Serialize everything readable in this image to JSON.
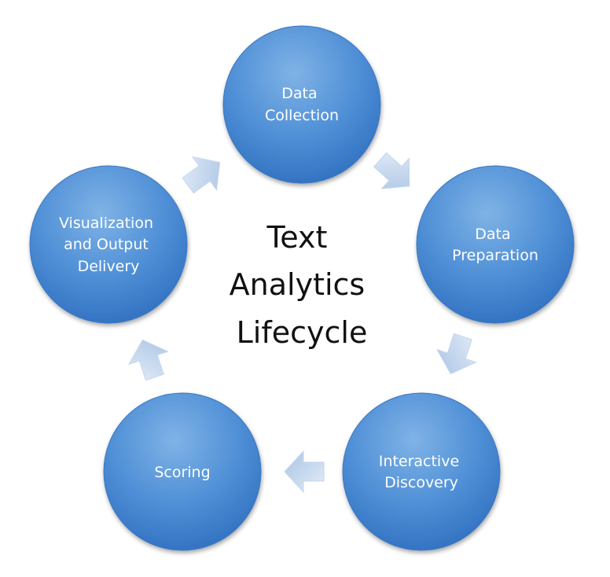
{
  "diagram": {
    "title_lines": [
      "Text",
      "Analytics",
      "Lifecycle"
    ],
    "stages": [
      {
        "lines": [
          "Data",
          "Collection"
        ]
      },
      {
        "lines": [
          "Data",
          "Preparation"
        ]
      },
      {
        "lines": [
          "Interactive",
          "Discovery"
        ]
      },
      {
        "lines": [
          "Scoring"
        ]
      },
      {
        "lines": [
          "Visualization",
          "and Output",
          "Delivery"
        ]
      }
    ],
    "colors": {
      "circle_light": "#7fb3e6",
      "circle_mid": "#4f8fd6",
      "circle_dark": "#2f6fbf",
      "circle_edge": "#3a78c4",
      "arrow_light": "#e3edf8",
      "arrow_dark": "#a9c3e3",
      "title_text": "#111111",
      "stage_text": "#ffffff"
    }
  }
}
